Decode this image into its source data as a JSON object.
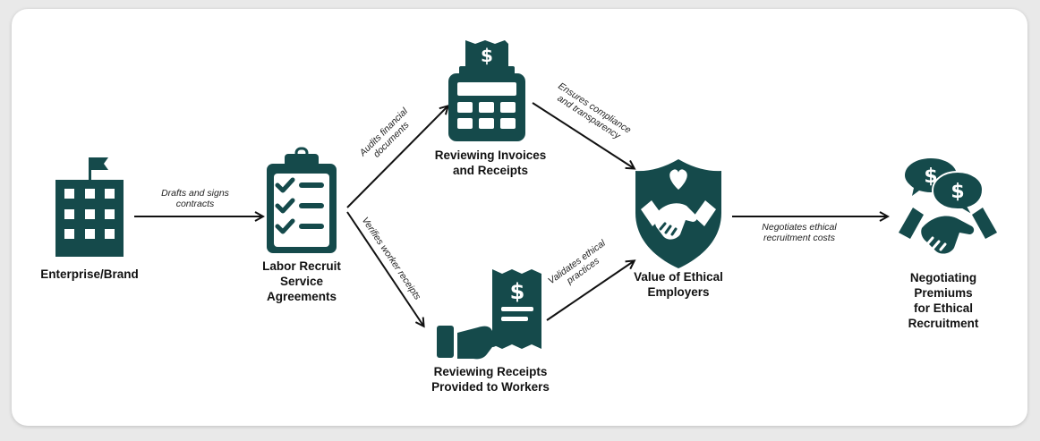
{
  "colors": {
    "icon": "#154a4b",
    "arrow": "#111111",
    "text": "#111111"
  },
  "nodes": {
    "enterprise": {
      "label": "Enterprise/Brand",
      "icon": "building-icon"
    },
    "agreements": {
      "label_lines": [
        "Labor Recruit",
        "Service",
        "Agreements"
      ],
      "icon": "clipboard-checklist-icon"
    },
    "invoices": {
      "label_lines": [
        "Reviewing Invoices",
        "and Receipts"
      ],
      "icon": "cash-register-icon"
    },
    "worker_receipts": {
      "label_lines": [
        "Reviewing Receipts",
        "Provided to Workers"
      ],
      "icon": "hand-receipt-icon"
    },
    "ethical_employers": {
      "label_lines": [
        "Value of Ethical",
        "Employers"
      ],
      "icon": "shield-handshake-icon"
    },
    "premiums": {
      "label_lines": [
        "Negotiating Premiums",
        "for Ethical",
        "Recruitment"
      ],
      "icon": "handshake-money-icon"
    }
  },
  "edges": {
    "drafts": {
      "lines": [
        "Drafts and signs",
        "contracts"
      ]
    },
    "audits": {
      "lines": [
        "Audits financial",
        "documents"
      ]
    },
    "verifies": {
      "lines": [
        "Verifies worker receipts"
      ]
    },
    "ensures": {
      "lines": [
        "Ensures compliance",
        "and transparency"
      ]
    },
    "validates": {
      "lines": [
        "Validates ethical",
        "practices"
      ]
    },
    "negotiates": {
      "lines": [
        "Negotiates ethical",
        "recruitment costs"
      ]
    }
  }
}
